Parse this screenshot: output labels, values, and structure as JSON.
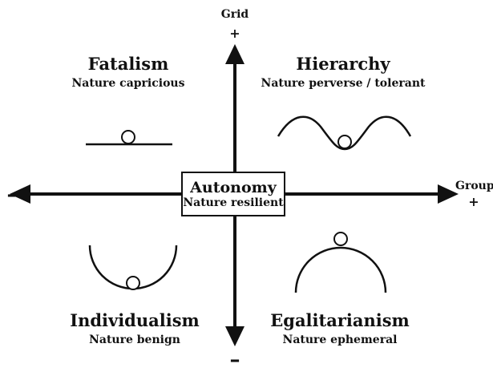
{
  "axes": {
    "vertical": {
      "label": "Grid",
      "plus": "+",
      "minus": "–"
    },
    "horizontal": {
      "label": "Group",
      "plus": "+",
      "minus": "–"
    }
  },
  "quadrants": {
    "top_left": {
      "title": "Fatalism",
      "subtitle": "Nature capricious",
      "icon": "ball-on-flat-line"
    },
    "top_right": {
      "title": "Hierarchy",
      "subtitle": "Nature perverse / tolerant",
      "icon": "ball-in-wave-trough"
    },
    "bottom_left": {
      "title": "Individualism",
      "subtitle": "Nature benign",
      "icon": "ball-in-bowl"
    },
    "bottom_right": {
      "title": "Egalitarianism",
      "subtitle": "Nature ephemeral",
      "icon": "ball-on-dome"
    }
  },
  "center": {
    "title": "Autonomy",
    "subtitle": "Nature resilient"
  },
  "colors": {
    "ink": "#111111",
    "background": "#ffffff"
  }
}
